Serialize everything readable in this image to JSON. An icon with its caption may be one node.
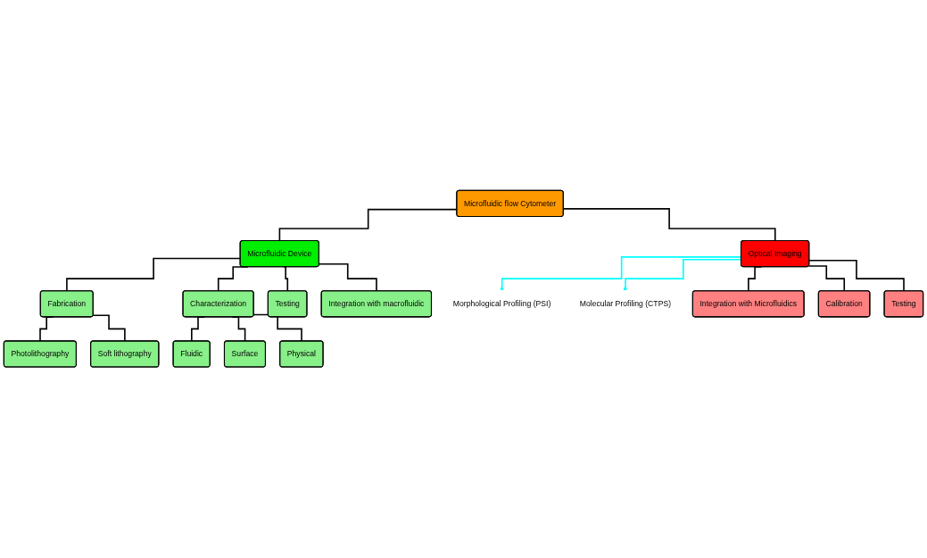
{
  "diagram": {
    "nodes": [
      {
        "text": [
          "Microfluidic flow Cytometer"
        ]
      },
      {
        "text": [
          "Microfluidic Device"
        ]
      },
      {
        "text": [
          "Optical Imaging"
        ]
      },
      {
        "text": [
          "Morphological Profiling (PSI)"
        ]
      },
      {
        "text": [
          "Molecular Profiling (CTPS)"
        ]
      },
      {
        "text": [
          "Fabrication"
        ]
      },
      {
        "text": [
          "Characterization"
        ]
      },
      {
        "text": [
          "Testing"
        ]
      },
      {
        "text": [
          "Integration with macrofluidic"
        ]
      },
      {
        "text": [
          "Integration with Microfluidics"
        ]
      },
      {
        "text": [
          "Calibration"
        ]
      },
      {
        "text": [
          "Testing"
        ]
      },
      {
        "text": [
          "Photolithography"
        ]
      },
      {
        "text": [
          "Soft lithography"
        ]
      },
      {
        "text": [
          "Fluidic"
        ]
      },
      {
        "text": [
          "Surface"
        ]
      },
      {
        "text": [
          "Physical"
        ]
      }
    ],
    "edges": [
      {
        "from": 0,
        "to": 1,
        "arrow": "none"
      },
      {
        "from": 0,
        "to": 2,
        "arrow": "none"
      },
      {
        "from": 2,
        "to": 3,
        "arrow": "to",
        "color": "#00ffff"
      },
      {
        "from": 2,
        "to": 4,
        "arrow": "to",
        "color": "#00ffff"
      },
      {
        "from": 1,
        "to": 5,
        "arrow": "none"
      },
      {
        "from": 1,
        "to": 6,
        "arrow": "none"
      },
      {
        "from": 1,
        "to": 7,
        "arrow": "none"
      },
      {
        "from": 1,
        "to": 8,
        "arrow": "none"
      },
      {
        "from": 2,
        "to": 9,
        "arrow": "none"
      },
      {
        "from": 2,
        "to": 10,
        "arrow": "none"
      },
      {
        "from": 2,
        "to": 11,
        "arrow": "none"
      },
      {
        "from": 5,
        "to": 12,
        "arrow": "none"
      },
      {
        "from": 5,
        "to": 13,
        "arrow": "none"
      },
      {
        "from": 6,
        "to": 14,
        "arrow": "none"
      },
      {
        "from": 6,
        "to": 15,
        "arrow": "none"
      },
      {
        "from": 6,
        "to": 16,
        "arrow": "none"
      }
    ]
  }
}
